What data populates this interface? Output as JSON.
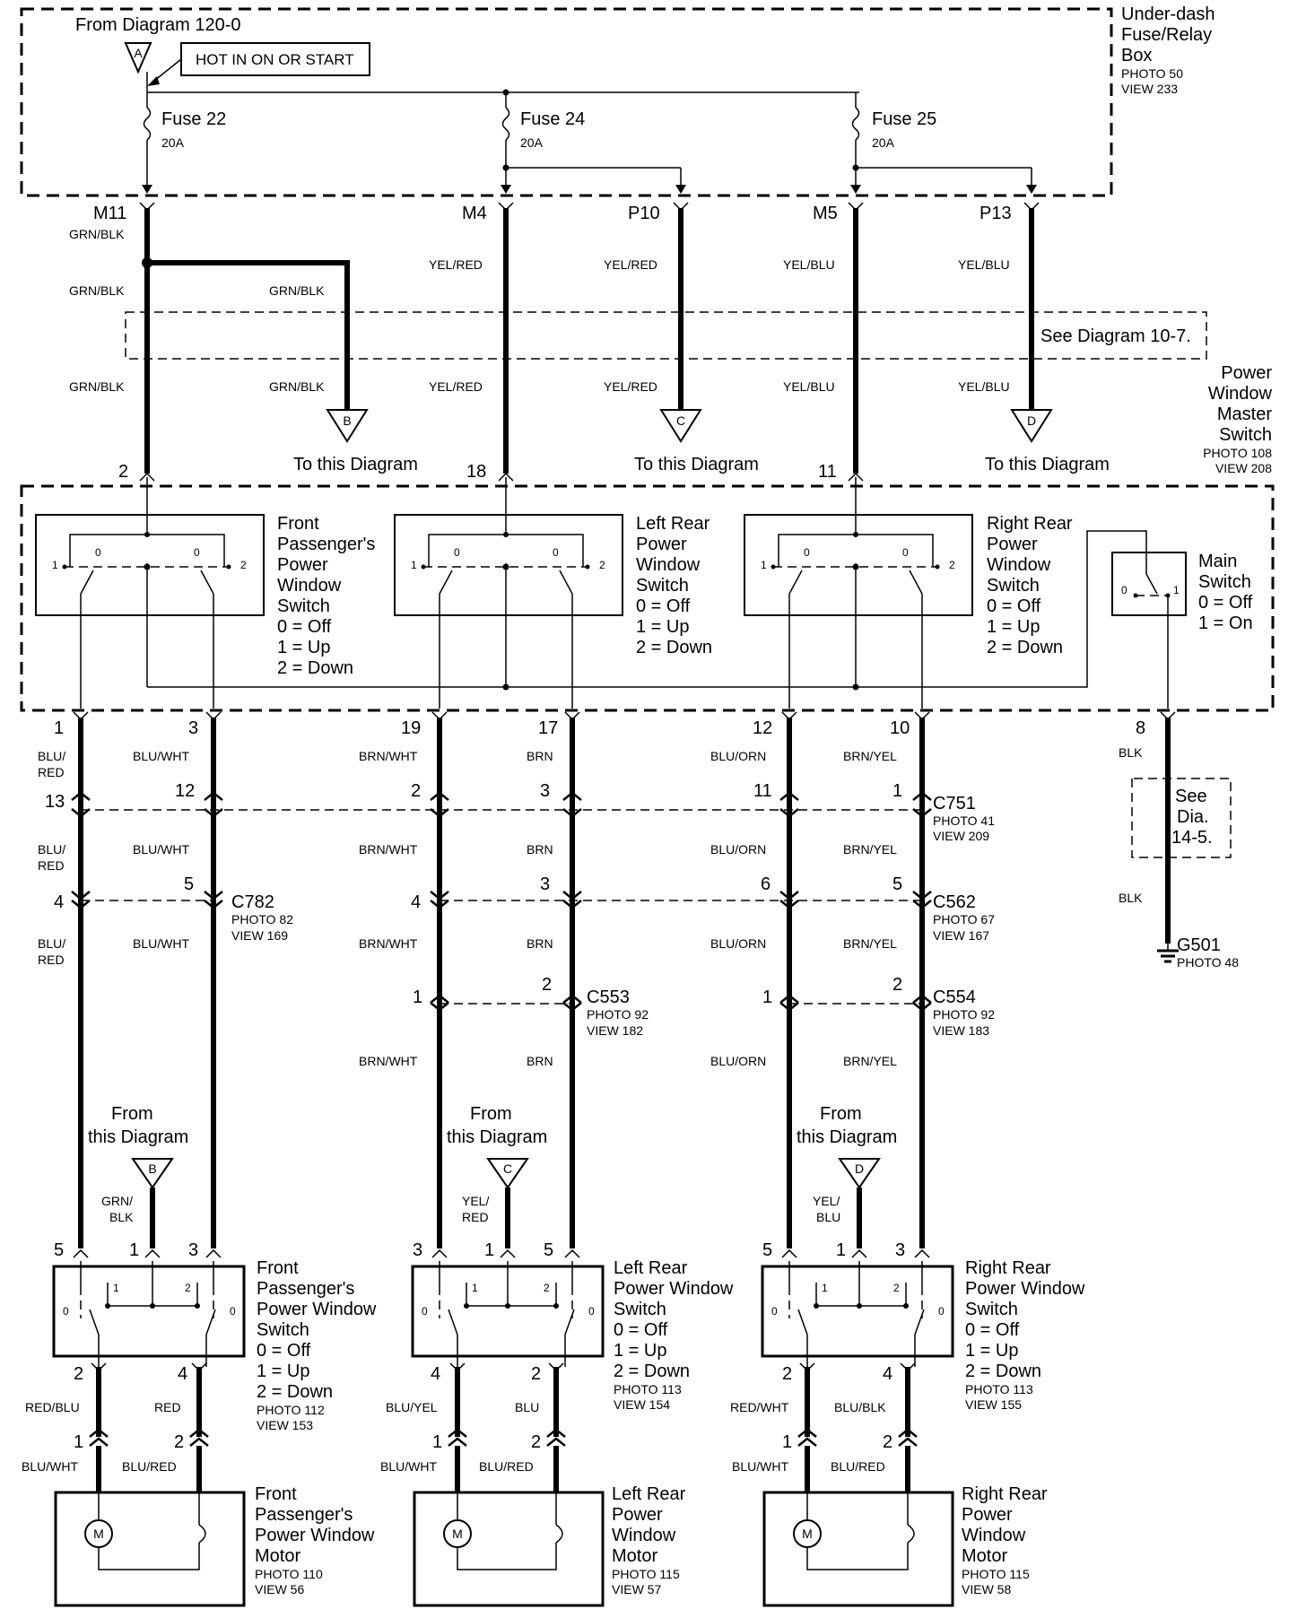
{
  "fuse_box": {
    "source_label": "From Diagram 120-0",
    "source_connector": "A",
    "hot_label": "HOT IN ON OR START",
    "name_line1": "Under-dash",
    "name_line2": "Fuse/Relay",
    "name_line3": "Box",
    "photo": "PHOTO 50",
    "view": "VIEW 233",
    "fuses": [
      {
        "name": "Fuse 22",
        "rating": "20A"
      },
      {
        "name": "Fuse 24",
        "rating": "20A"
      },
      {
        "name": "Fuse 25",
        "rating": "20A"
      }
    ]
  },
  "fuse_terminals": [
    "M11",
    "M4",
    "P10",
    "M5",
    "P13"
  ],
  "upper_wires": {
    "grn_blk": "GRN/BLK",
    "yel_red": "YEL/RED",
    "yel_blu": "YEL/BLU"
  },
  "see_diagram_10_7": "See Diagram 10-7.",
  "offpage": {
    "b": "B",
    "c": "C",
    "d": "D",
    "to_this_diagram": "To this Diagram",
    "from_line1": "From",
    "from_line2": "this Diagram"
  },
  "master": {
    "name_line1": "Power",
    "name_line2": "Window",
    "name_line3": "Master",
    "name_line4": "Switch",
    "photo": "PHOTO 108",
    "view": "VIEW 208",
    "top_pins": [
      "2",
      "18",
      "11"
    ],
    "bottom_pins": [
      "1",
      "3",
      "19",
      "17",
      "12",
      "10",
      "8"
    ],
    "fp_switch": [
      "Front",
      "Passenger's",
      "Power",
      "Window",
      "Switch",
      "0 = Off",
      "1 = Up",
      "2 = Down"
    ],
    "lr_switch": [
      "Left Rear",
      "Power",
      "Window",
      "Switch",
      "0 = Off",
      "1 = Up",
      "2 = Down"
    ],
    "rr_switch": [
      "Right Rear",
      "Power",
      "Window",
      "Switch",
      "0 = Off",
      "1 = Up",
      "2 = Down"
    ],
    "main_switch": [
      "Main",
      "Switch",
      "0 = Off",
      "1 = On"
    ],
    "pos": {
      "zero": "0",
      "one": "1",
      "two": "2"
    }
  },
  "wires": {
    "blu_red_1": "BLU/",
    "blu_red_2": "RED",
    "blu_wht": "BLU/WHT",
    "brn_wht": "BRN/WHT",
    "brn": "BRN",
    "blu_orn": "BLU/ORN",
    "brn_yel": "BRN/YEL",
    "blk": "BLK"
  },
  "c751": {
    "name": "C751",
    "photo": "PHOTO 41",
    "view": "VIEW 209",
    "pins": [
      "13",
      "12",
      "2",
      "3",
      "11",
      "1"
    ]
  },
  "c782": {
    "name": "C782",
    "photo": "PHOTO 82",
    "view": "VIEW 169",
    "pins": [
      "4",
      "5"
    ]
  },
  "c562": {
    "name": "C562",
    "photo": "PHOTO 67",
    "view": "VIEW 167",
    "pins": [
      "4",
      "3",
      "6",
      "5"
    ]
  },
  "c553": {
    "name": "C553",
    "photo": "PHOTO 92",
    "view": "VIEW 182",
    "pins": [
      "1",
      "2"
    ]
  },
  "c554": {
    "name": "C554",
    "photo": "PHOTO 92",
    "view": "VIEW 183",
    "pins": [
      "1",
      "2"
    ]
  },
  "see_dia_14_5": [
    "See",
    "Dia.",
    "14-5."
  ],
  "ground": {
    "name": "G501",
    "photo": "PHOTO 48"
  },
  "door_switches": [
    {
      "lines": [
        "Front",
        "Passenger's",
        "Power Window",
        "Switch",
        "0 = Off",
        "1 = Up",
        "2 = Down"
      ],
      "photo": "PHOTO 112",
      "view": "VIEW 153",
      "top_pins": [
        "5",
        "1",
        "3"
      ],
      "bottom_pins": [
        "2",
        "4"
      ],
      "feed_wire_1": "GRN/",
      "feed_wire_2": "BLK",
      "out_wires": [
        "RED/BLU",
        "RED"
      ],
      "motor_pins": [
        "1",
        "2"
      ],
      "motor_wires": [
        "BLU/WHT",
        "BLU/RED"
      ]
    },
    {
      "lines": [
        "Left Rear",
        "Power Window",
        "Switch",
        "0 = Off",
        "1 = Up",
        "2 = Down"
      ],
      "photo": "PHOTO 113",
      "view": "VIEW 154",
      "top_pins": [
        "3",
        "1",
        "5"
      ],
      "bottom_pins": [
        "4",
        "2"
      ],
      "feed_wire_1": "YEL/",
      "feed_wire_2": "RED",
      "out_wires": [
        "BLU/YEL",
        "BLU"
      ],
      "motor_pins": [
        "1",
        "2"
      ],
      "motor_wires": [
        "BLU/WHT",
        "BLU/RED"
      ]
    },
    {
      "lines": [
        "Right Rear",
        "Power Window",
        "Switch",
        "0 = Off",
        "1 = Up",
        "2 = Down"
      ],
      "photo": "PHOTO 113",
      "view": "VIEW 155",
      "top_pins": [
        "5",
        "1",
        "3"
      ],
      "bottom_pins": [
        "2",
        "4"
      ],
      "feed_wire_1": "YEL/",
      "feed_wire_2": "BLU",
      "out_wires": [
        "RED/WHT",
        "BLU/BLK"
      ],
      "motor_pins": [
        "1",
        "2"
      ],
      "motor_wires": [
        "BLU/WHT",
        "BLU/RED"
      ]
    }
  ],
  "motors": [
    {
      "lines": [
        "Front",
        "Passenger's",
        "Power Window",
        "Motor"
      ],
      "photo": "PHOTO 110",
      "view": "VIEW 56",
      "symbol": "M"
    },
    {
      "lines": [
        "Left Rear",
        "Power",
        "Window",
        "Motor"
      ],
      "photo": "PHOTO 115",
      "view": "VIEW 57",
      "symbol": "M"
    },
    {
      "lines": [
        "Right Rear",
        "Power",
        "Window",
        "Motor"
      ],
      "photo": "PHOTO 115",
      "view": "VIEW 58",
      "symbol": "M"
    }
  ]
}
